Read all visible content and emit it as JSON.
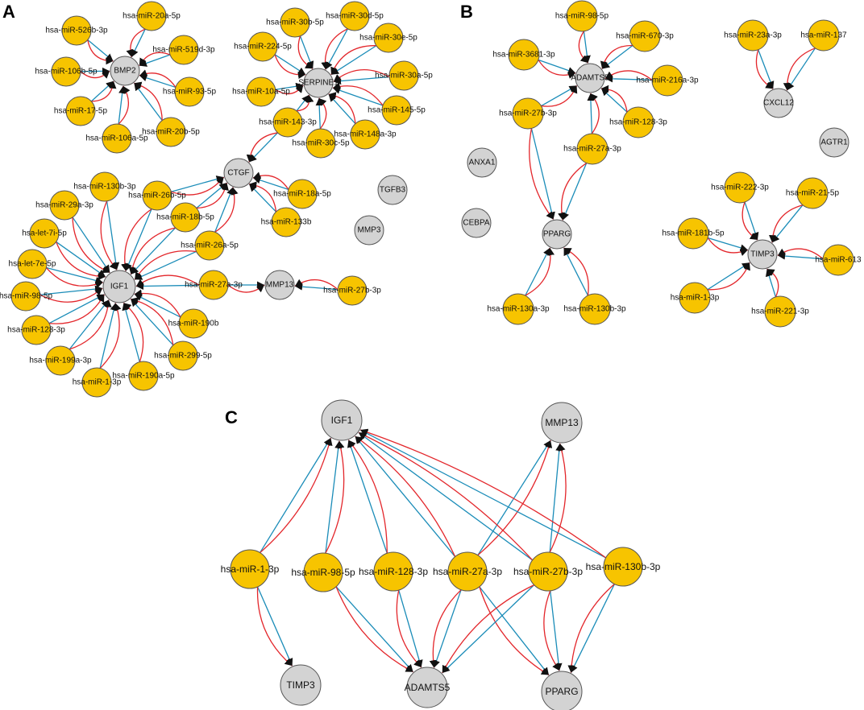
{
  "panels": [
    "A",
    "B",
    "C"
  ],
  "colors": {
    "gene_node": "#d3d3d3",
    "mirna_node": "#f7c400",
    "blue_edge": "#1a8cb8",
    "red_edge": "#e3262b",
    "arrow": "#111111"
  },
  "legend": "none",
  "panel_a": {
    "genes": [
      "BMP2",
      "SERPINE1",
      "CTGF",
      "IGF1",
      "MMP13",
      "TGFB3",
      "MMP3"
    ],
    "mirnas": {
      "BMP2": [
        "hsa-miR-526b-3p",
        "hsa-miR-20a-5p",
        "hsa-miR-519d-3p",
        "hsa-miR-106b-5p",
        "hsa-miR-93-5p",
        "hsa-miR-17-5p",
        "hsa-miR-20b-5p",
        "hsa-miR-106a-5p"
      ],
      "SERPINE1": [
        "hsa-miR-30b-5p",
        "hsa-miR-30d-5p",
        "hsa-miR-224-5p",
        "hsa-miR-30e-5p",
        "hsa-miR-30a-5p",
        "hsa-miR-10a-5p",
        "hsa-miR-145-5p",
        "hsa-miR-143-3p",
        "hsa-miR-148a-3p",
        "hsa-miR-30c-5p"
      ],
      "CTGF": [
        "hsa-miR-143-3p",
        "hsa-miR-26b-5p",
        "hsa-miR-18b-5p",
        "hsa-miR-26a-5p",
        "hsa-miR-18a-5p",
        "hsa-miR-133b"
      ],
      "IGF1": [
        "hsa-miR-130b-3p",
        "hsa-miR-26b-5p",
        "hsa-miR-29a-3p",
        "hsa-miR-18b-5p",
        "hsa-let-7i-5p",
        "hsa-miR-26a-5p",
        "hsa-let-7e-5p",
        "hsa-miR-98-5p",
        "hsa-miR-27a-3p",
        "hsa-miR-128-3p",
        "hsa-miR-190b",
        "hsa-miR-199a-3p",
        "hsa-miR-299-5p",
        "hsa-miR-1-3p",
        "hsa-miR-190a-5p"
      ],
      "MMP13": [
        "hsa-miR-27a-3p",
        "hsa-miR-27b-3p"
      ]
    }
  },
  "panel_b": {
    "genes": [
      "ADAMTS5",
      "ANXA1",
      "CEBPA",
      "PPARG",
      "CXCL12",
      "AGTR1",
      "TIMP3"
    ],
    "mirnas": {
      "ADAMTS5": [
        "hsa-miR-98-5p",
        "hsa-miR-670-3p",
        "hsa-miR-3681-3p",
        "hsa-miR-216a-3p",
        "hsa-miR-27b-3p",
        "hsa-miR-128-3p",
        "hsa-miR-27a-3p"
      ],
      "PPARG": [
        "hsa-miR-27b-3p",
        "hsa-miR-27a-3p",
        "hsa-miR-130a-3p",
        "hsa-miR-130b-3p"
      ],
      "CXCL12": [
        "hsa-miR-23a-3p",
        "hsa-miR-137"
      ],
      "TIMP3": [
        "hsa-miR-222-3p",
        "hsa-miR-21-5p",
        "hsa-miR-181b-5p",
        "hsa-miR-613",
        "hsa-miR-1-3p",
        "hsa-miR-221-3p"
      ]
    }
  },
  "panel_c": {
    "genes": [
      "IGF1",
      "MMP13",
      "TIMP3",
      "ADAMTS5",
      "PPARG"
    ],
    "mirnas": [
      "hsa-miR-1-3p",
      "hsa-miR-98-5p",
      "hsa-miR-128-3p",
      "hsa-miR-27a-3p",
      "hsa-miR-27b-3p",
      "hsa-miR-130b-3p"
    ],
    "targets": {
      "hsa-miR-1-3p": [
        "IGF1",
        "TIMP3"
      ],
      "hsa-miR-98-5p": [
        "IGF1",
        "ADAMTS5"
      ],
      "hsa-miR-128-3p": [
        "IGF1",
        "ADAMTS5"
      ],
      "hsa-miR-27a-3p": [
        "IGF1",
        "MMP13",
        "ADAMTS5",
        "PPARG"
      ],
      "hsa-miR-27b-3p": [
        "IGF1",
        "MMP13",
        "ADAMTS5",
        "PPARG"
      ],
      "hsa-miR-130b-3p": [
        "IGF1",
        "PPARG"
      ]
    }
  }
}
